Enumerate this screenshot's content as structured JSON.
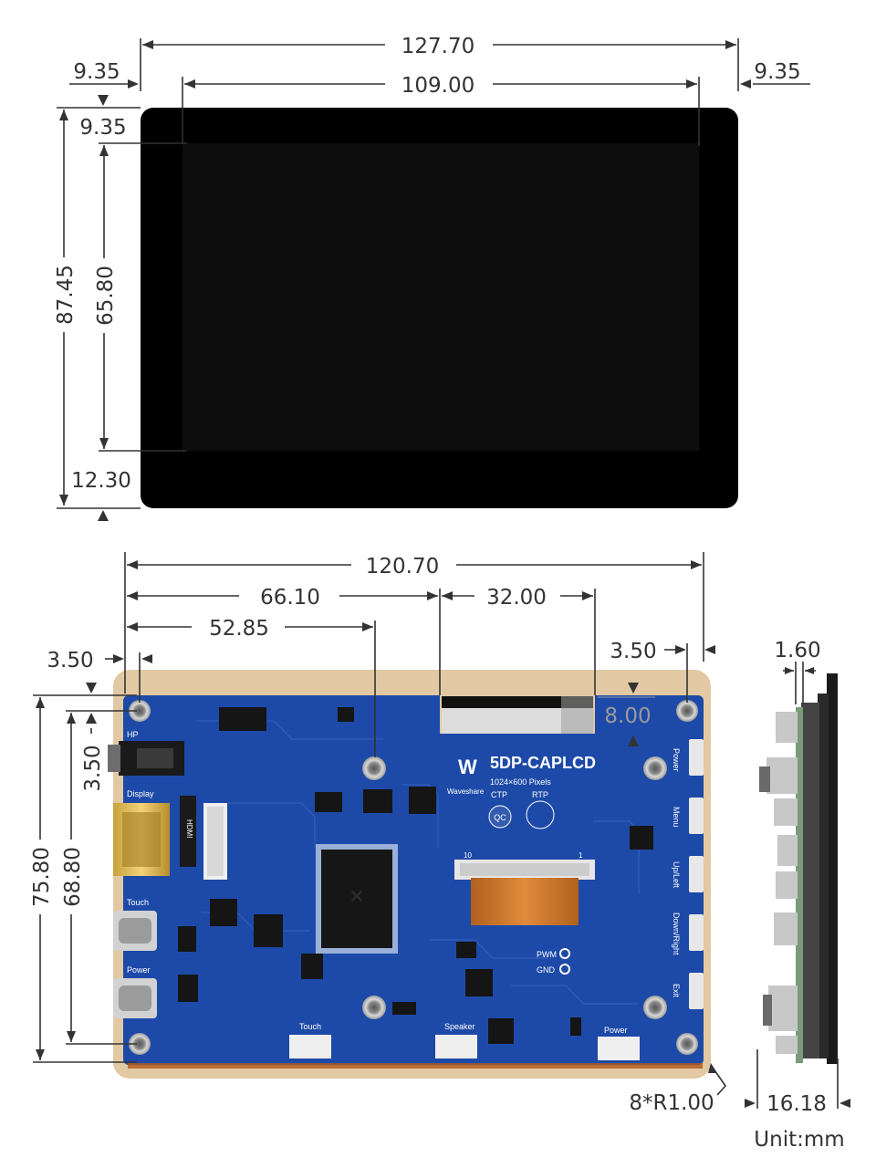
{
  "front_view": {
    "overall_width": "127.70",
    "active_width": "109.00",
    "left_margin": "9.35",
    "right_margin": "9.35",
    "top_margin": "9.35",
    "overall_height": "87.45",
    "active_height": "65.80",
    "bottom_margin": "12.30"
  },
  "back_view": {
    "board_width": "120.70",
    "offset_a": "66.10",
    "offset_b": "52.85",
    "slot_width": "32.00",
    "hole_offset_left": "3.50",
    "hole_offset_right": "3.50",
    "hole_offset_top": "3.50",
    "slot_height": "8.00",
    "board_height": "75.80",
    "hole_spacing_v": "68.80",
    "corner_radius": "8*R1.00"
  },
  "side_view": {
    "thickness_small": "1.60",
    "total_thickness": "16.18"
  },
  "unit_label": "Unit:mm",
  "pcb": {
    "model": "5DP-CAPLCD",
    "resolution": "1024×600 Pixels",
    "brand": "Waveshare",
    "ctp": "CTP",
    "rtp": "RTP",
    "qc": "QC",
    "hp": "HP",
    "display": "Display",
    "touch_port": "Touch",
    "power_port": "Power",
    "touch_conn": "Touch",
    "speaker_conn": "Speaker",
    "power_conn": "Power",
    "pwm": "PWM",
    "gnd": "GND",
    "hdmi": "HDMI",
    "btn_power": "Power",
    "btn_menu": "Menu",
    "btn_upleft": "Up/Left",
    "btn_downright": "Down/Right",
    "btn_exit": "Exit",
    "fpc_pin10": "10",
    "fpc_pin1": "1"
  },
  "colors": {
    "pcb_blue": "#1d4aa8",
    "acrylic": "#e2c9a3",
    "screen_black": "#0a0a0a",
    "dim_text": "#333333"
  }
}
